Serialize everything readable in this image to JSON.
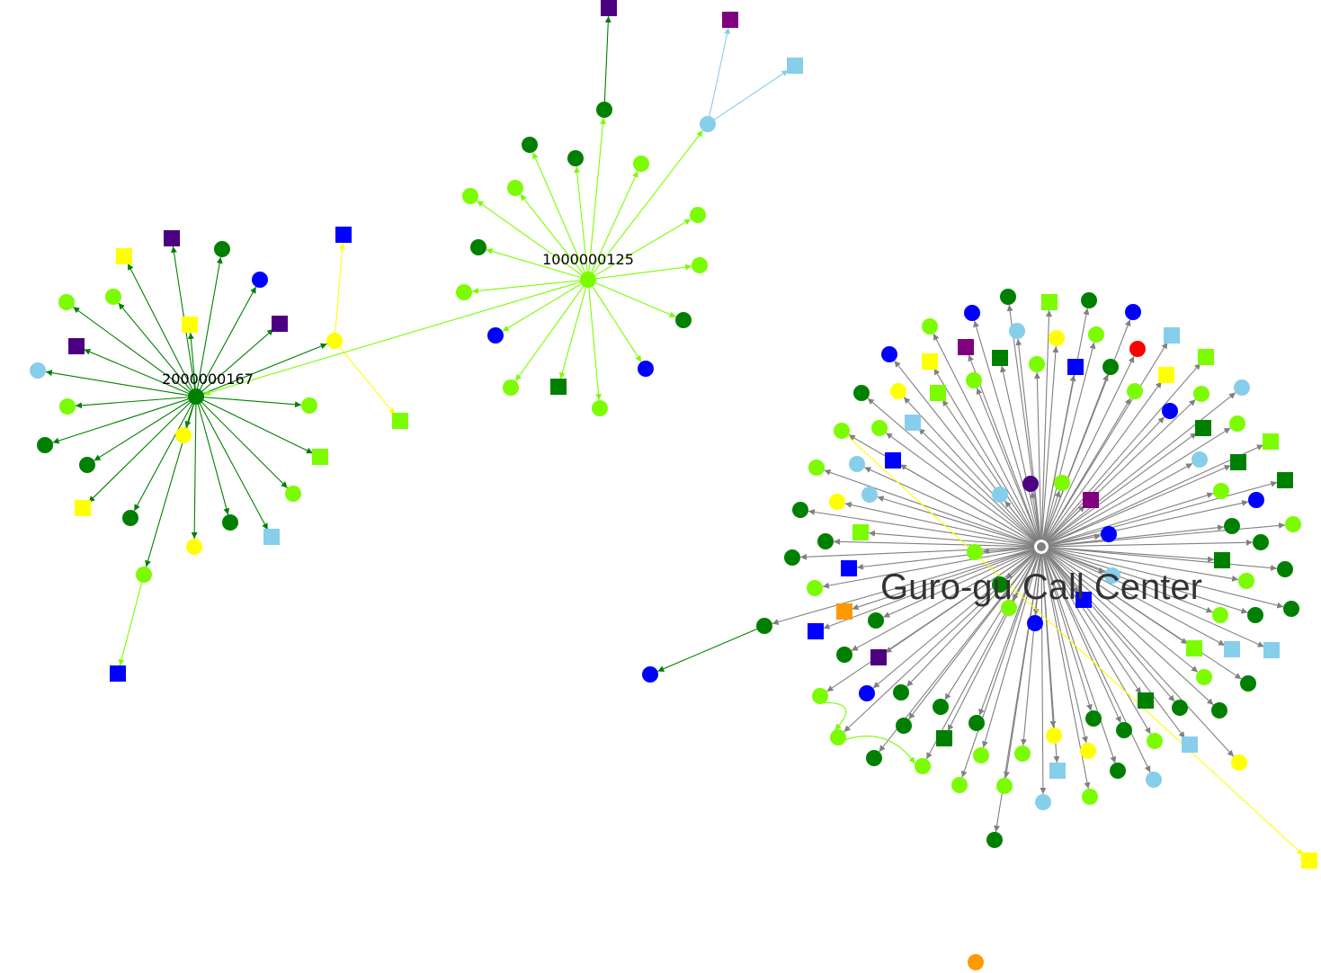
{
  "diagram": {
    "labels": {
      "hub_a": "2000000167",
      "hub_b": "1000000125",
      "hub_c": "Guro-gu Call Center"
    },
    "colors": {
      "dark_green": "#008000",
      "light_green": "#7CFC00",
      "yellow": "#FFFF00",
      "blue": "#0000FF",
      "sky_blue": "#87CEEB",
      "indigo": "#4B0082",
      "purple": "#800080",
      "orange": "#FF9900",
      "red": "#FF0000",
      "gray": "#808080"
    }
  }
}
